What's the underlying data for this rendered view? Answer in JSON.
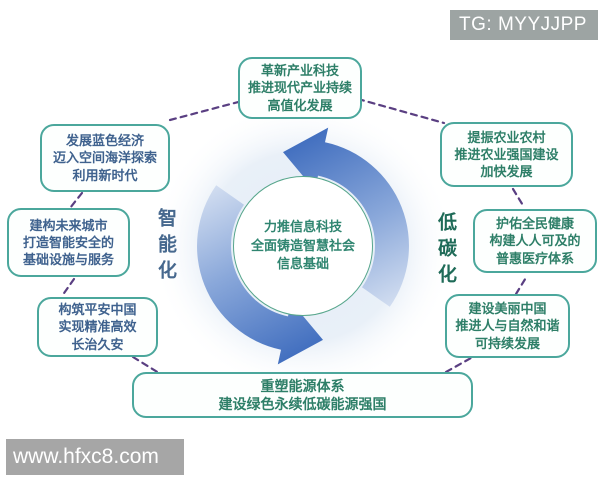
{
  "watermarks": {
    "telegram_badge": "TG: MYYJJPP",
    "site_badge": "www.hfxc8.com"
  },
  "diagram": {
    "center": {
      "lines": [
        "力推信息科技",
        "全面铸造智慧社会",
        "信息基础"
      ]
    },
    "side_labels": {
      "left": "智能化",
      "right": "低碳化"
    },
    "boxes": [
      {
        "id": "top",
        "lines": [
          "革新产业科技",
          "推进现代产业持续",
          "高值化发展"
        ]
      },
      {
        "id": "left-1",
        "lines": [
          "发展蓝色经济",
          "迈入空间海洋探索",
          "利用新时代"
        ]
      },
      {
        "id": "left-2",
        "lines": [
          "建构未来城市",
          "打造智能安全的",
          "基础设施与服务"
        ]
      },
      {
        "id": "left-3",
        "lines": [
          "构筑平安中国",
          "实现精准高效",
          "长治久安"
        ]
      },
      {
        "id": "right-1",
        "lines": [
          "提振农业农村",
          "推进农业强国建设",
          "加快发展"
        ]
      },
      {
        "id": "right-2",
        "lines": [
          "护佑全民健康",
          "构建人人可及的",
          "普惠医疗体系"
        ]
      },
      {
        "id": "right-3",
        "lines": [
          "建设美丽中国",
          "推进人与自然和谐",
          "可持续发展"
        ]
      },
      {
        "id": "bottom",
        "lines": [
          "重塑能源体系",
          "建设绿色永续低碳能源强国"
        ]
      }
    ],
    "icons": {
      "center_icon": "cycle-arrows-icon"
    },
    "colors": {
      "box_border_teal": "#4BA79C",
      "arrow_blue_dark": "#3E6CBE",
      "arrow_blue_light": "#D4DFF1",
      "dash_purple": "#5A3F82",
      "text_green": "#2E7F68",
      "text_blue": "#3F628E",
      "badge_gray": "#9DA4A3",
      "halo_blue": "#E3ECF7"
    }
  }
}
